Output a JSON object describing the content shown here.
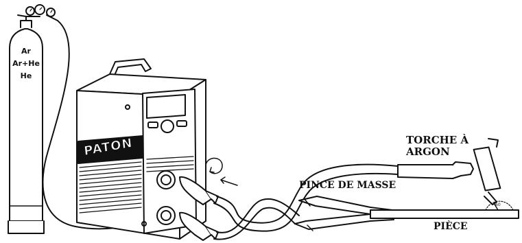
{
  "cylinder": {
    "gases": [
      "Ar",
      "Ar+He",
      "He"
    ]
  },
  "machine": {
    "brand": "PATON"
  },
  "labels": {
    "torch_line1": "TORCHE À",
    "torch_line2": "ARGON",
    "clamp": "PINCE DE MASSE",
    "workpiece": "PIÈCE",
    "angle_mark": "60"
  }
}
